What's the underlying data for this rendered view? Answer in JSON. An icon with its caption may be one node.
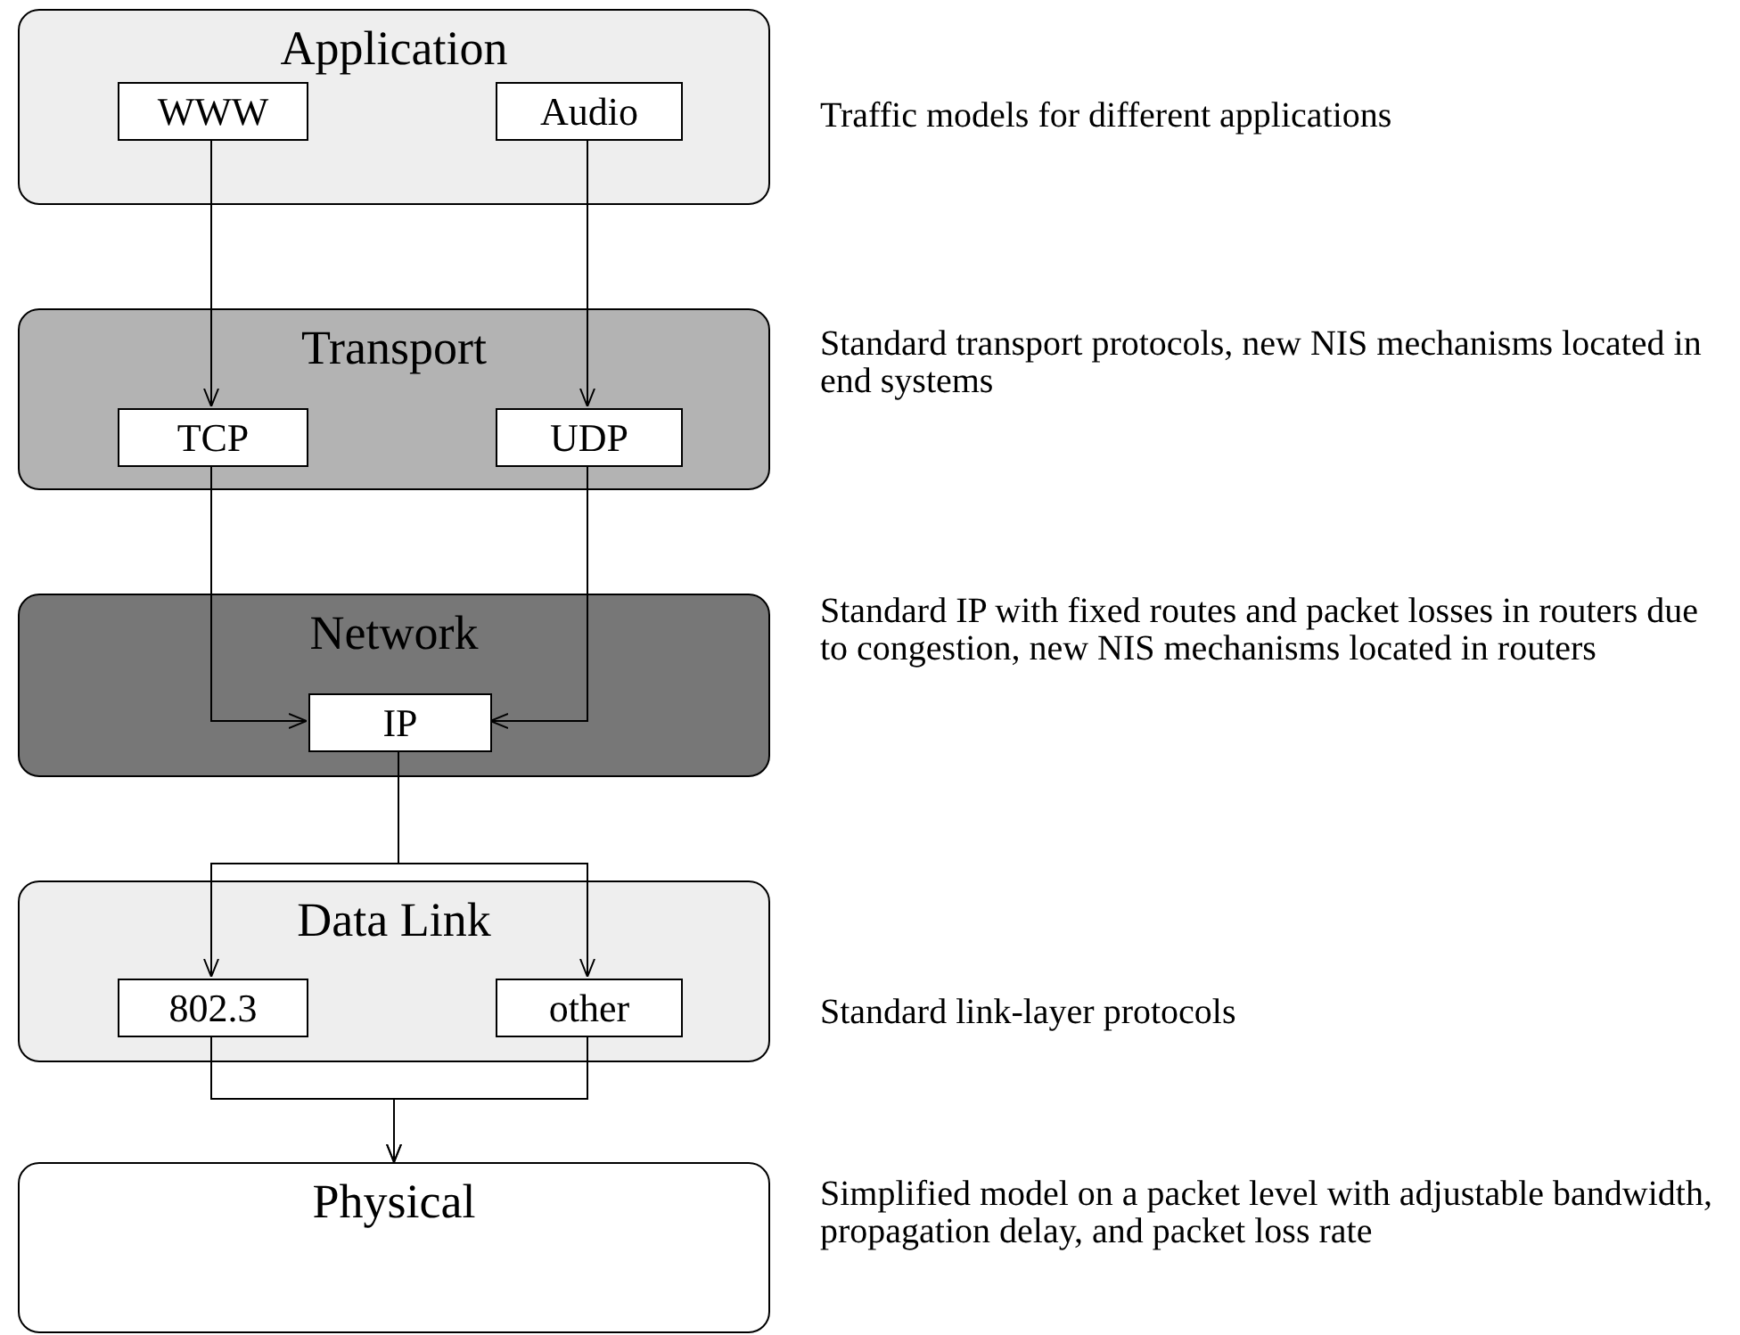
{
  "diagram": {
    "nodes": [
      {
        "text": [
          "Application"
        ],
        "beside": [
          "Traffic models for different applications"
        ]
      },
      {
        "text": [
          "WWW"
        ],
        "in": 0
      },
      {
        "text": [
          "Audio"
        ],
        "in": 0
      },
      {
        "text": [
          "Transport"
        ],
        "beside": [
          "Standard transport protocols, new NIS mechanisms located in end systems"
        ]
      },
      {
        "text": [
          "TCP"
        ],
        "in": 3
      },
      {
        "text": [
          "UDP"
        ],
        "in": 3
      },
      {
        "text": [
          "Network"
        ],
        "beside": [
          "Standard IP with fixed routes and packet losses in routers due to congestion, new NIS mechanisms located in routers"
        ]
      },
      {
        "text": [
          "IP"
        ],
        "in": 6
      },
      {
        "text": [
          "Data Link"
        ],
        "beside": [
          "Standard link-layer protocols"
        ]
      },
      {
        "text": [
          "802.3"
        ],
        "in": 8
      },
      {
        "text": [
          "other"
        ],
        "in": 8
      },
      {
        "text": [
          "Physical"
        ],
        "beside": [
          "Simplified model on a packet level with adjustable bandwidth, propagation delay, and packet loss rate"
        ]
      }
    ],
    "edges": [
      {
        "from": 1,
        "to": 4,
        "arrow": "to"
      },
      {
        "from": 2,
        "to": 5,
        "arrow": "to"
      },
      {
        "from": 4,
        "to": 7,
        "arrow": "to"
      },
      {
        "from": 5,
        "to": 7,
        "arrow": "to"
      },
      {
        "from": 7,
        "to": 9,
        "arrow": "to"
      },
      {
        "from": 7,
        "to": 10,
        "arrow": "to"
      },
      {
        "from": 9,
        "to": 11,
        "arrow": "to"
      },
      {
        "from": 10,
        "to": 11,
        "arrow": "to"
      }
    ]
  }
}
